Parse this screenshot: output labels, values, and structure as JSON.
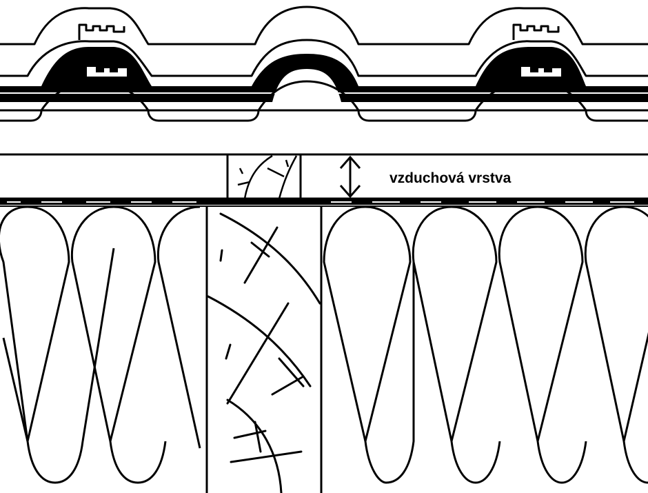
{
  "diagram": {
    "air_gap_label": "vzduchová vrstva"
  },
  "colors": {
    "ink": "#000000",
    "paper": "#ffffff"
  },
  "icons": {
    "air_gap_marker": "double-arrow-icon",
    "wood_texture": "wood-grain",
    "insulation_texture": "mineral-wool-loops"
  }
}
